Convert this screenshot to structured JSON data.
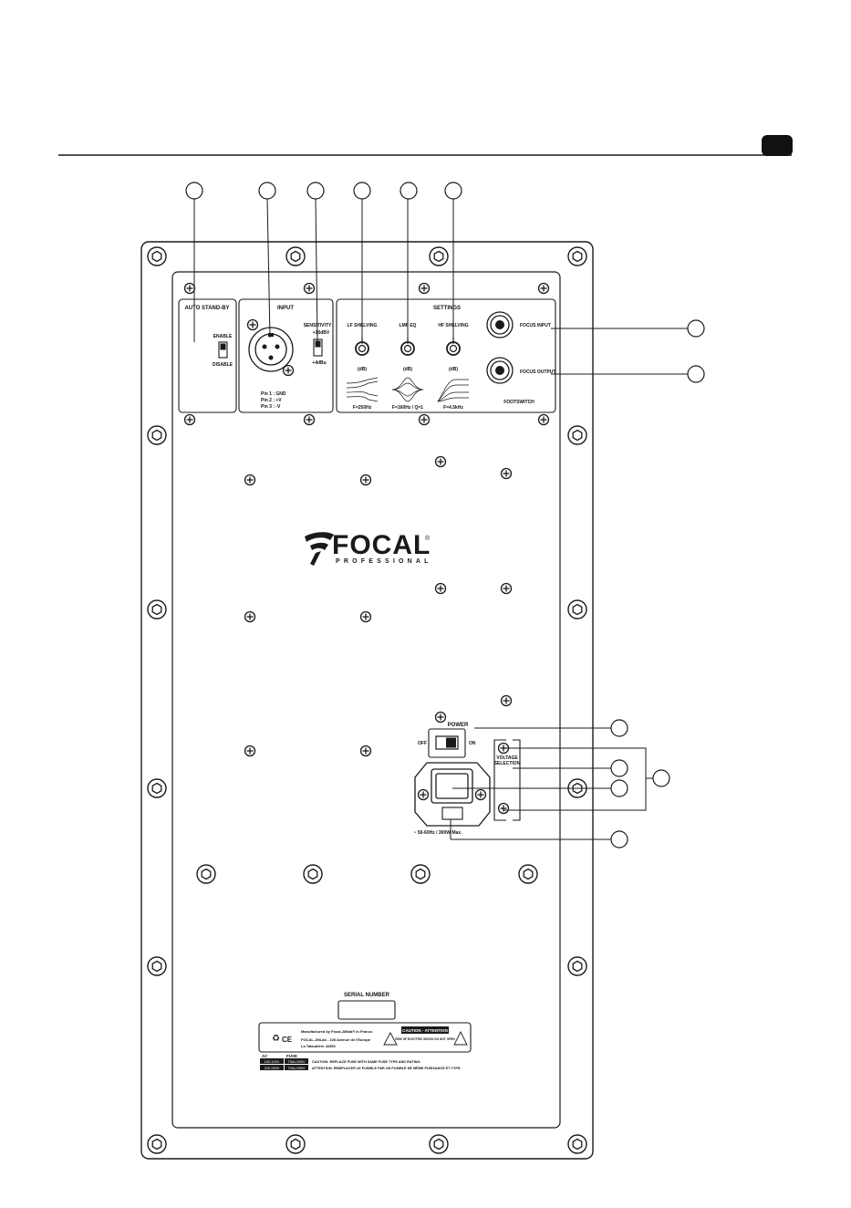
{
  "colors": {
    "ink": "#1a1a1a",
    "paper": "#ffffff",
    "tab": "#111111"
  },
  "panels": {
    "auto_standby": {
      "title": "AUTO STAND-BY",
      "enable": "ENABLE",
      "disable": "DISABLE"
    },
    "input": {
      "title": "INPUT",
      "sensitivity": "SENSITIVITY",
      "sens_high": "+10dBV",
      "sens_low": "+4dBu",
      "pin1": "Pin 1 : GND",
      "pin2": "Pin 2 : +V",
      "pin3": "Pin 3 : -V"
    },
    "settings": {
      "title": "SETTINGS",
      "knobs": [
        {
          "label": "LF SHELVING",
          "unit": "(dB)",
          "caption": "F=250Hz"
        },
        {
          "label": "LMF EQ",
          "unit": "(dB)",
          "caption": "F=160Hz / Q=1"
        },
        {
          "label": "HF SHELVING",
          "unit": "(dB)",
          "caption": "F=4.5kHz"
        }
      ],
      "focus_input": "FOCUS INPUT",
      "focus_output": "FOCUS OUTPUT",
      "footswitch": "FOOTSWITCH"
    }
  },
  "brand": {
    "name": "FOCAL",
    "sub": "PROFESSIONAL",
    "reg": "®"
  },
  "power": {
    "label": "POWER",
    "off": "OFF",
    "on": "ON"
  },
  "voltage": {
    "label_1": "VOLTAGE",
    "label_2": "SELECTION"
  },
  "mains": {
    "rating": "~ 50-60Hz / 300W Max."
  },
  "serial": {
    "label": "SERIAL NUMBER"
  },
  "plate": {
    "manufactured": "Manufactured by Focal-JMlab® in France.",
    "address_1": "FOCAL-JMLab - 108 Avenue de l'Europe",
    "address_2": "La Talaudière 42350",
    "caution": "CAUTION · ATTENTION",
    "caution_sub": "RISK OF ELECTRIC SHOCK DO NOT OPEN",
    "ce": "CE",
    "ac": "AC",
    "fuse": "FUSE",
    "ac_1": "100-120V",
    "ac_2": "220-240V",
    "fuse_1": "T5AL/250V",
    "fuse_2": "T2AL/250V",
    "warn_1": "CAUTION: REPLACE FUSE WITH SAME FUSE TYPE AND RATING.",
    "warn_2": "ATTENTION: REMPLACER LE FUSIBLE PAR UN FUSIBLE DE MÊME PUISSANCE ET TYPE."
  }
}
